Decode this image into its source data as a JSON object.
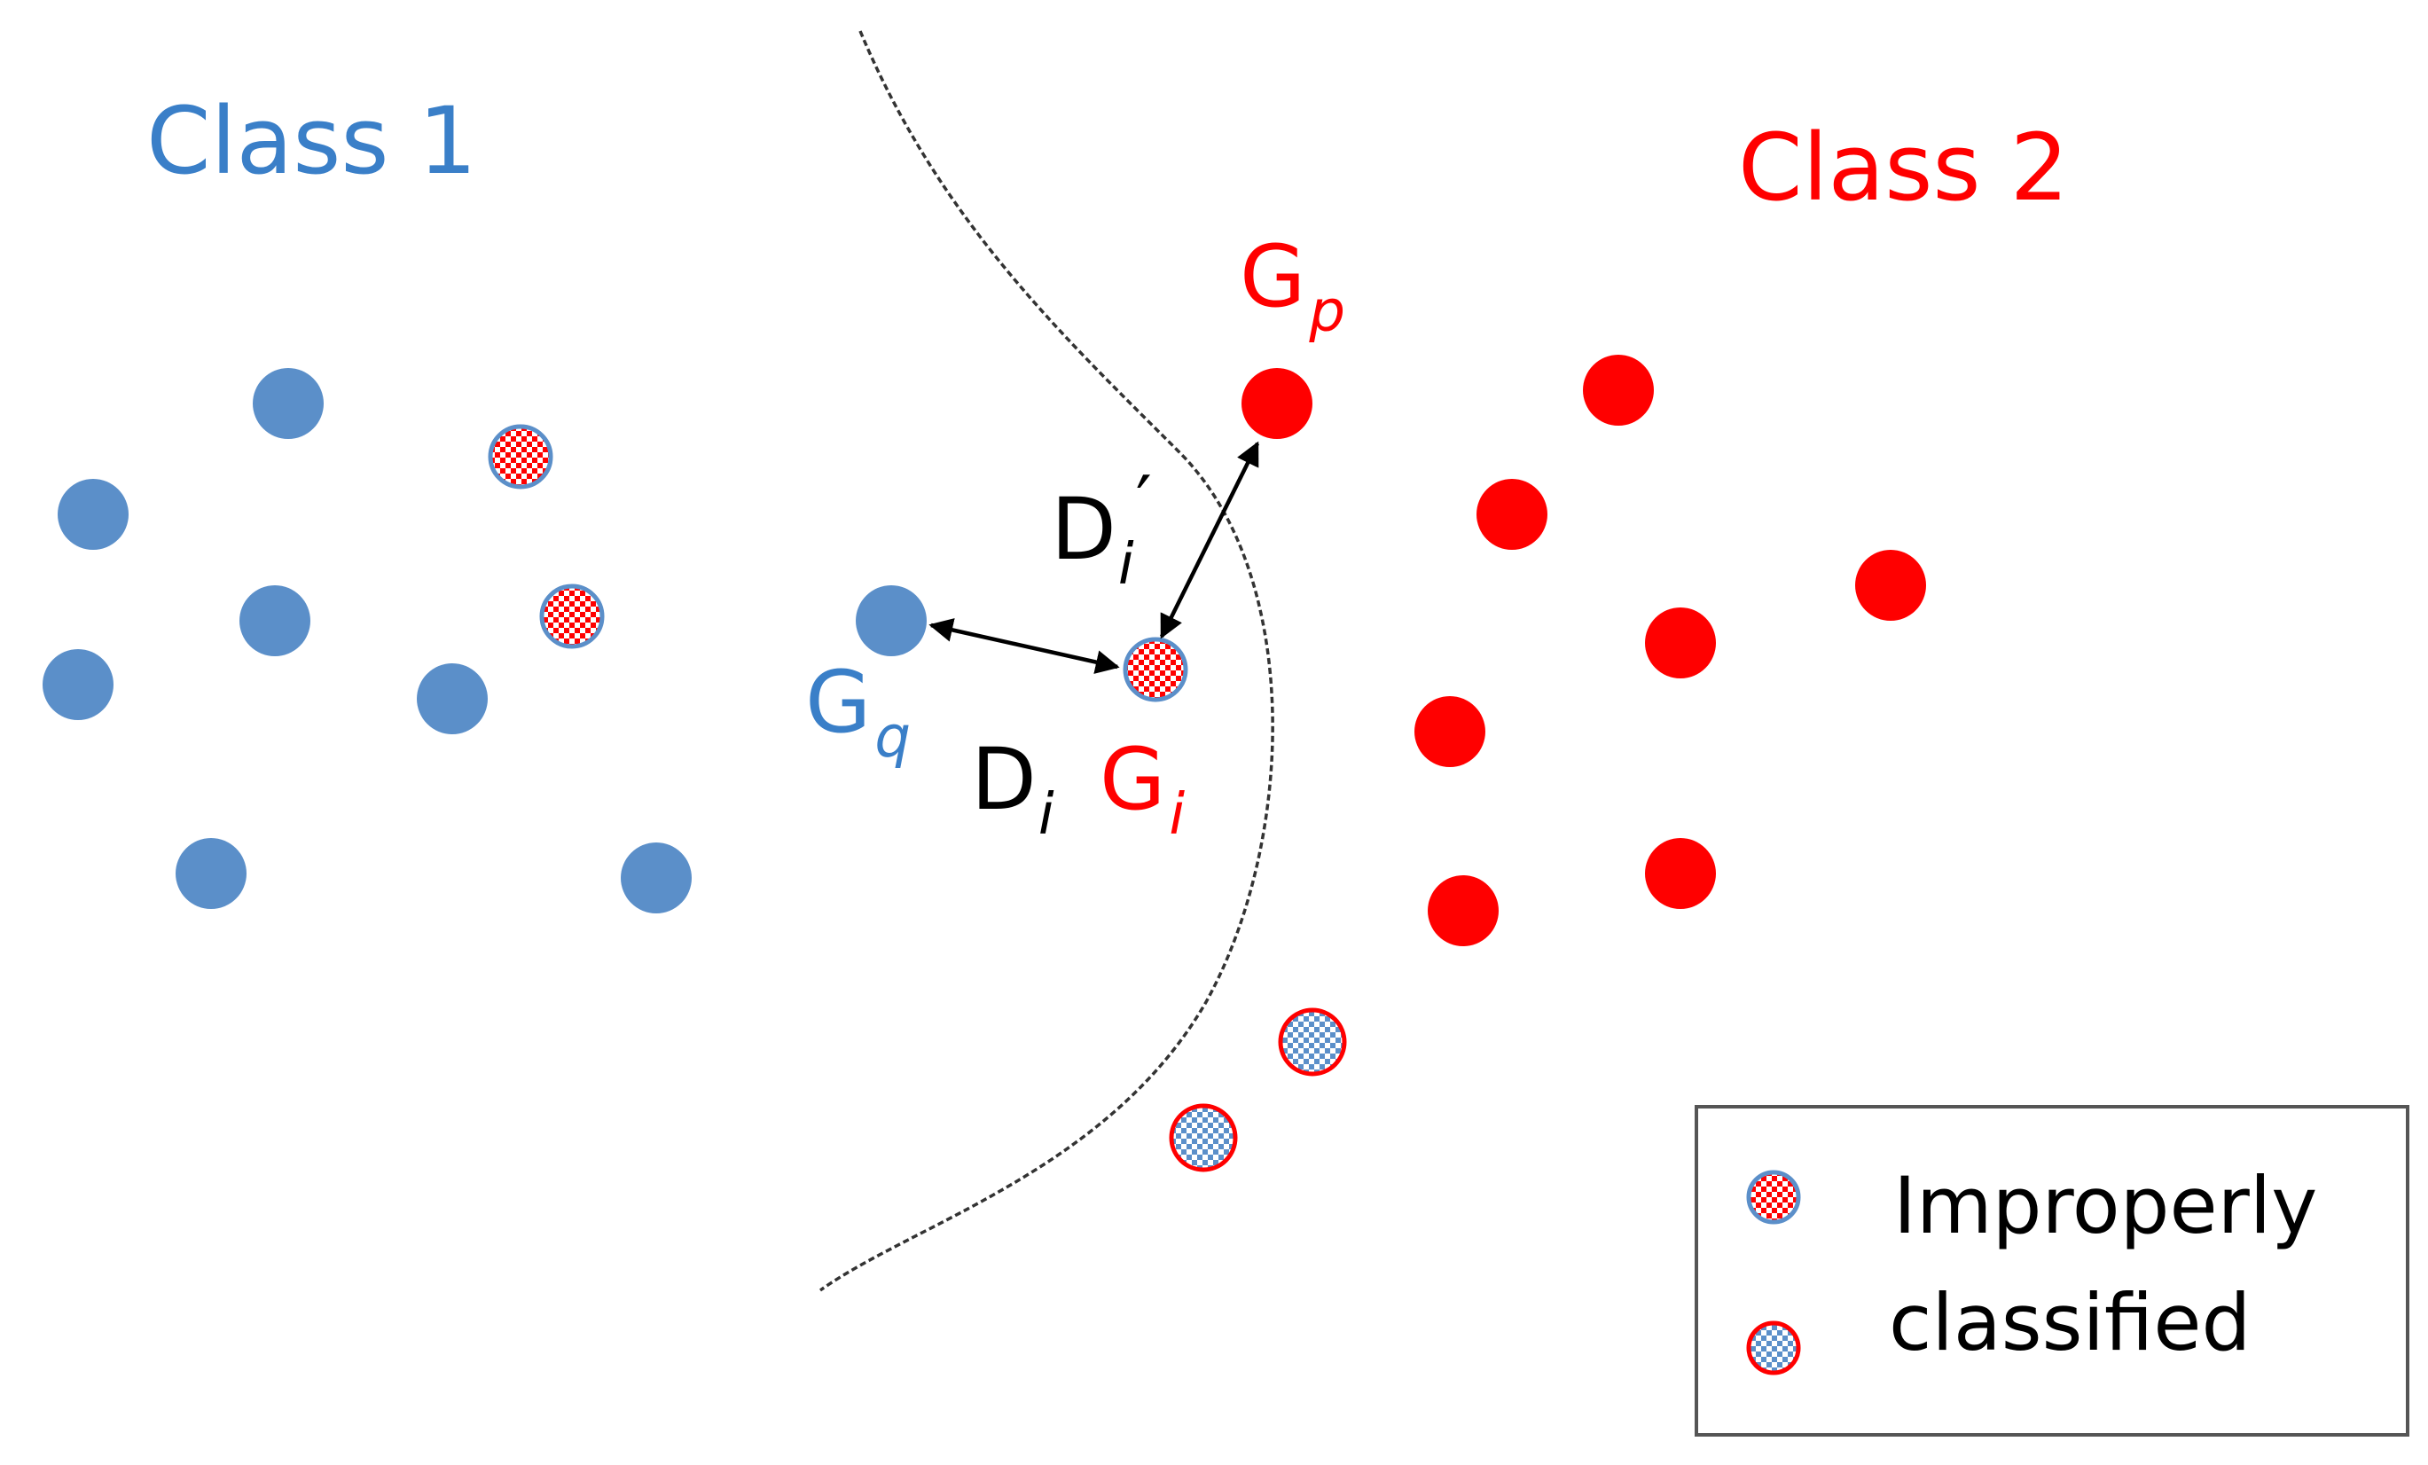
{
  "labels": {
    "class1": "Class 1",
    "class2": "Class 2",
    "gp_main": "G",
    "gp_sub": "p",
    "gq_main": "G",
    "gq_sub": "q",
    "gi_main": "G",
    "gi_sub": "i",
    "di_main": "D",
    "di_sub": "i",
    "di_prime_main": "D",
    "di_prime_sub": "i",
    "di_prime_mark": "′"
  },
  "legend": {
    "line1": "Improperly",
    "line2": "classified"
  },
  "colors": {
    "class1": "#5b8fc9",
    "class1_text": "#3a7fc8",
    "class2": "#ff0000",
    "class2_dark": "#e8000a",
    "boundary": "#333333",
    "arrow": "#000000",
    "legend_border": "#555555"
  }
}
